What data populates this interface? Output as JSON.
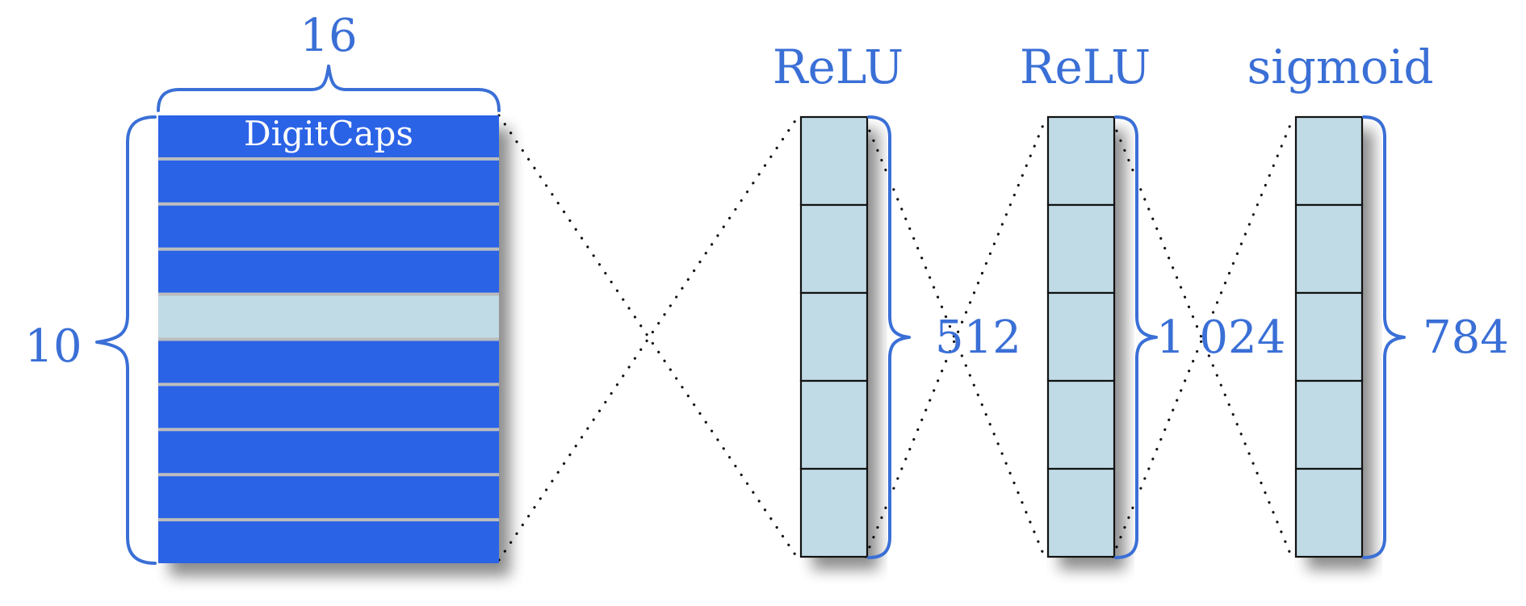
{
  "diagram": {
    "digitcaps": {
      "title": "DigitCaps",
      "width_label": "16",
      "height_label": "10",
      "rows": 10,
      "highlighted_row": 4,
      "row_color": "#2b63e6",
      "highlight_color": "#c0dbe6",
      "separator_color": "#bdbdbd"
    },
    "layers": [
      {
        "activation": "ReLU",
        "size_label": "512"
      },
      {
        "activation": "ReLU",
        "size_label": "1 024"
      },
      {
        "activation": "sigmoid",
        "size_label": "784"
      }
    ],
    "layer_cells": 5,
    "layer_fill": "#c0dbe6",
    "accent_color": "#3a6fd6"
  }
}
